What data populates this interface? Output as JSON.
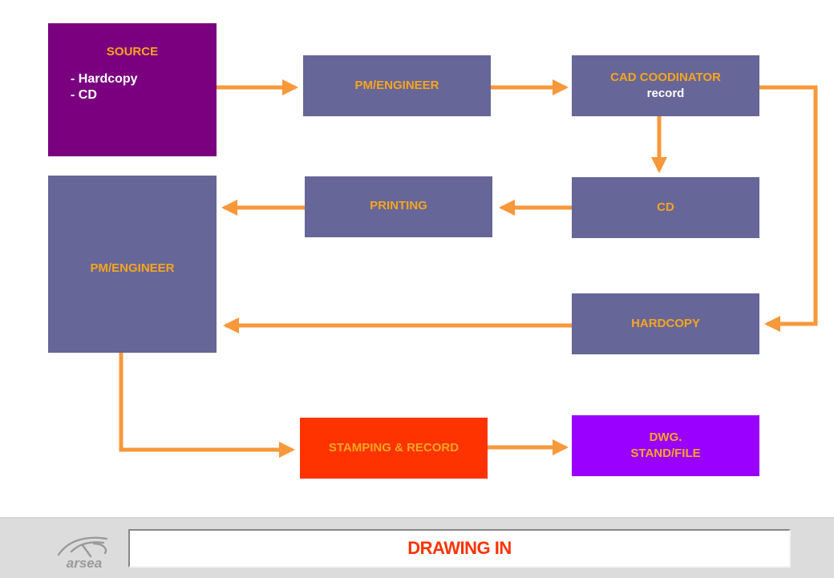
{
  "colors": {
    "arrow": "#f7983a",
    "box_blue": "#666699",
    "source_purple": "#7a0080",
    "stamping_red": "#ff3300",
    "dwg_violet": "#9900ff",
    "label_orange": "#f7a51e"
  },
  "nodes": {
    "source": {
      "title": "SOURCE",
      "items": [
        "- Hardcopy",
        "- CD"
      ]
    },
    "pm_engineer_top": {
      "title": "PM/ENGINEER"
    },
    "cad_coordinator": {
      "title": "CAD COODINATOR",
      "subtitle": "record"
    },
    "pm_engineer_side": {
      "title": "PM/ENGINEER"
    },
    "printing": {
      "title": "PRINTING"
    },
    "cd": {
      "title": "CD"
    },
    "hardcopy": {
      "title": "HARDCOPY"
    },
    "stamping": {
      "title": "STAMPING & RECORD"
    },
    "dwg": {
      "title": "DWG.",
      "subtitle": "STAND/FILE"
    }
  },
  "edges": [
    {
      "from": "source",
      "to": "pm_engineer_top"
    },
    {
      "from": "pm_engineer_top",
      "to": "cad_coordinator"
    },
    {
      "from": "cad_coordinator",
      "to": "cd"
    },
    {
      "from": "cad_coordinator",
      "to": "hardcopy"
    },
    {
      "from": "cd",
      "to": "printing"
    },
    {
      "from": "printing",
      "to": "pm_engineer_side"
    },
    {
      "from": "hardcopy",
      "to": "pm_engineer_side"
    },
    {
      "from": "pm_engineer_side",
      "to": "stamping"
    },
    {
      "from": "stamping",
      "to": "dwg"
    }
  ],
  "footer": {
    "title": "DRAWING IN",
    "logo_icon": "arsea-logo-icon",
    "logo_text": "arsea"
  }
}
